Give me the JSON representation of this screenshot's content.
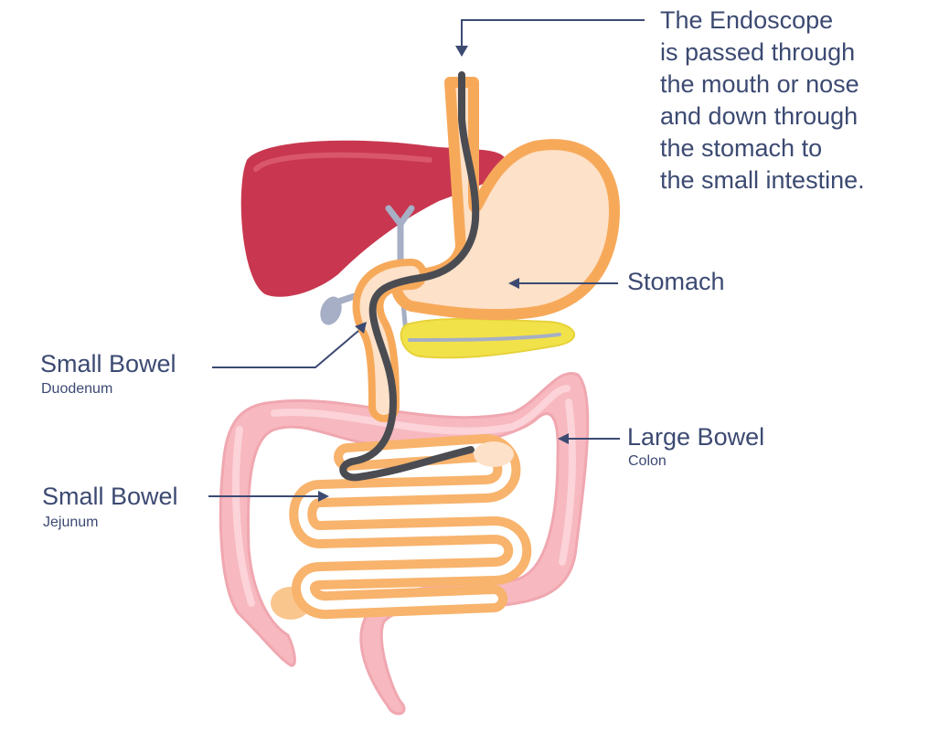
{
  "callout": {
    "lines": [
      "The Endoscope",
      "is passed through",
      "the mouth or nose",
      "and down through",
      "the stomach to",
      "the small intestine."
    ]
  },
  "labels": {
    "stomach": {
      "main": "Stomach"
    },
    "duodenum": {
      "main": "Small Bowel",
      "sub": "Duodenum"
    },
    "jejunum": {
      "main": "Small Bowel",
      "sub": "Jejunum"
    },
    "colon": {
      "main": "Large Bowel",
      "sub": "Colon"
    }
  },
  "colors": {
    "text": "#3c4a72",
    "leader": "#3c4a72",
    "liver": "#c8374f",
    "stomach_fill": "#fde1c8",
    "stomach_outline": "#f7a95a",
    "small_bowel": "#f8b36c",
    "large_bowel": "#f7b8bf",
    "pancreas": "#f2e24a",
    "gallbladder": "#a6afc5",
    "endoscope": "#4a4c52"
  }
}
